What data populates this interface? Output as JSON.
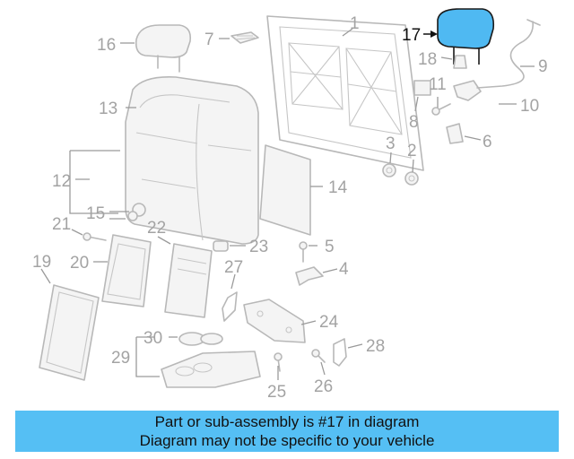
{
  "highlight": {
    "part_number": "17",
    "color": "#4fb9f2"
  },
  "callouts": [
    "1",
    "2",
    "3",
    "4",
    "5",
    "6",
    "7",
    "8",
    "9",
    "10",
    "11",
    "12",
    "13",
    "14",
    "15",
    "16",
    "17",
    "18",
    "19",
    "20",
    "21",
    "22",
    "23",
    "24",
    "25",
    "26",
    "27",
    "28",
    "29",
    "30"
  ],
  "banner": {
    "line1": "Part or sub-assembly is #17 in diagram",
    "line2": "Diagram may not be specific to your vehicle",
    "background": "#55bff4"
  }
}
